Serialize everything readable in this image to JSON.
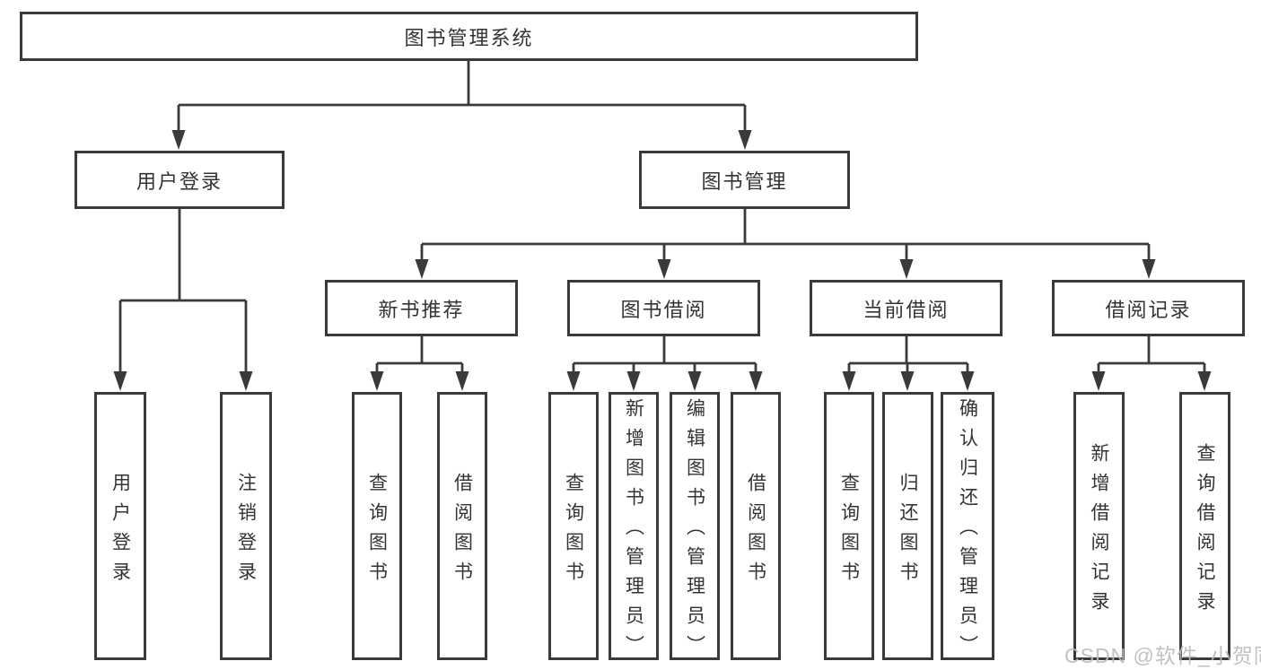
{
  "page": {
    "background_color": "#ffffff",
    "border_color": "#3a3a3a",
    "text_color": "#333333",
    "watermark_color": "#bcbcbc"
  },
  "watermark": {
    "text": "CSDN @软件_小贺同学"
  },
  "nodes": {
    "root": {
      "label": "图书管理系统"
    },
    "user_login_group": {
      "label": "用户登录"
    },
    "book_management": {
      "label": "图书管理"
    },
    "new_book_recommendation": {
      "label": "新书推荐"
    },
    "book_borrowing": {
      "label": "图书借阅"
    },
    "current_borrowing": {
      "label": "当前借阅"
    },
    "borrowing_records": {
      "label": "借阅记录"
    },
    "leaf_user_login": {
      "label": "用户登录"
    },
    "leaf_logout": {
      "label": "注销登录"
    },
    "leaf_query_books_1": {
      "label": "查询图书"
    },
    "leaf_borrow_books_1": {
      "label": "借阅图书"
    },
    "leaf_query_books_2": {
      "label": "查询图书"
    },
    "leaf_add_books_admin": {
      "label": "新增图书（管理员）"
    },
    "leaf_edit_books_admin": {
      "label": "编辑图书（管理员）"
    },
    "leaf_borrow_books_2": {
      "label": "借阅图书"
    },
    "leaf_query_books_3": {
      "label": "查询图书"
    },
    "leaf_return_books": {
      "label": "归还图书"
    },
    "leaf_confirm_return_admin": {
      "label": "确认归还（管理员）"
    },
    "leaf_add_borrow_record": {
      "label": "新增借阅记录"
    },
    "leaf_query_borrow_record": {
      "label": "查询借阅记录"
    }
  }
}
